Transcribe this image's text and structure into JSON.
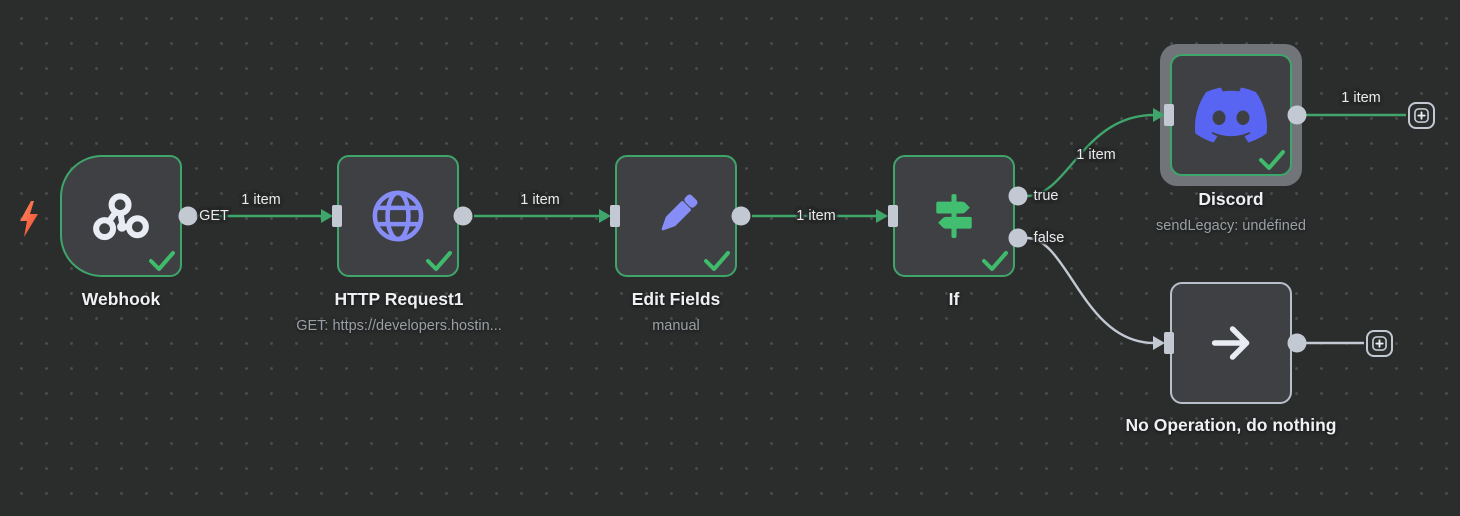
{
  "workflow": {
    "nodes": [
      {
        "label": "Webhook",
        "subtitle": "",
        "icon": "webhook-icon",
        "executed": true
      },
      {
        "label": "HTTP Request1",
        "subtitle": "GET: https://developers.hostin...",
        "icon": "globe-icon",
        "executed": true
      },
      {
        "label": "Edit Fields",
        "subtitle": "manual",
        "icon": "pencil-icon",
        "executed": true
      },
      {
        "label": "If",
        "subtitle": "",
        "icon": "signpost-icon",
        "executed": true,
        "outputs": [
          "true",
          "false"
        ]
      },
      {
        "label": "Discord",
        "subtitle": "sendLegacy: undefined",
        "icon": "discord-icon",
        "executed": true,
        "selected": true
      },
      {
        "label": "No Operation, do nothing",
        "subtitle": "",
        "icon": "arrow-right-icon",
        "executed": false
      }
    ],
    "connections": [
      {
        "from": "Webhook",
        "to": "HTTP Request1",
        "label": "1 item",
        "tag": "GET"
      },
      {
        "from": "HTTP Request1",
        "to": "Edit Fields",
        "label": "1 item"
      },
      {
        "from": "Edit Fields",
        "to": "If",
        "label": "1 item"
      },
      {
        "from": "If",
        "branch": "true",
        "to": "Discord",
        "label": "1 item"
      },
      {
        "from": "If",
        "branch": "false",
        "to": "No Operation, do nothing",
        "label": ""
      },
      {
        "from": "Discord",
        "to": "add",
        "label": "1 item"
      },
      {
        "from": "No Operation, do nothing",
        "to": "add",
        "label": ""
      }
    ],
    "colors": {
      "background": "#2b2c2c",
      "node_fill": "#3e4043",
      "success_green": "#3ea56b",
      "check_green": "#3fbb6c",
      "icon_purple": "#868df6",
      "if_icon_green": "#41be70",
      "discord_blue": "#5865f2",
      "connector_gray": "#c3c9d3",
      "label_text": "#eef0f3",
      "subtitle_text": "#9aa0a6",
      "bolt_orange": "#f85c43",
      "selection_halo": "#717479"
    },
    "icon_names": [
      "lightning-bolt-icon",
      "webhook-icon",
      "globe-icon",
      "pencil-icon",
      "signpost-icon",
      "discord-icon",
      "arrow-right-icon",
      "check-icon",
      "plus-icon"
    ]
  }
}
